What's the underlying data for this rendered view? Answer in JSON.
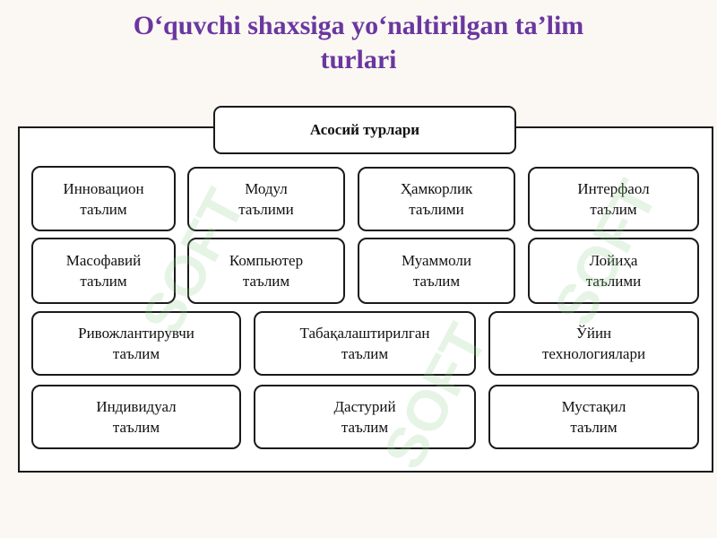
{
  "title": {
    "line1": "O‘quvchi shaxsiga yo‘naltirilgan ta’lim",
    "line2": "turlari"
  },
  "diagram": {
    "header": "Асосий турлари",
    "boxes": [
      {
        "line1": "Инновацион",
        "line2": "таълим"
      },
      {
        "line1": "Модул",
        "line2": "таълими"
      },
      {
        "line1": "Ҳамкорлик",
        "line2": "таълими"
      },
      {
        "line1": "Интерфаол",
        "line2": "таълим"
      },
      {
        "line1": "Масофавий",
        "line2": "таълим"
      },
      {
        "line1": "Компьютер",
        "line2": "таълим"
      },
      {
        "line1": "Муаммоли",
        "line2": "таълим"
      },
      {
        "line1": "Лойиҳа",
        "line2": "таълими"
      },
      {
        "line1": "Ривожлантирувчи",
        "line2": "таълим"
      },
      {
        "line1": "Табақалаштирилган",
        "line2": "таълим"
      },
      {
        "line1": "Ўйин",
        "line2": "технологиялари"
      },
      {
        "line1": "Индивидуал",
        "line2": "таълим"
      },
      {
        "line1": "Дастурий",
        "line2": "таълим"
      },
      {
        "line1": "Мустақил",
        "line2": "таълим"
      }
    ]
  },
  "watermark": {
    "text": "SOFT"
  }
}
